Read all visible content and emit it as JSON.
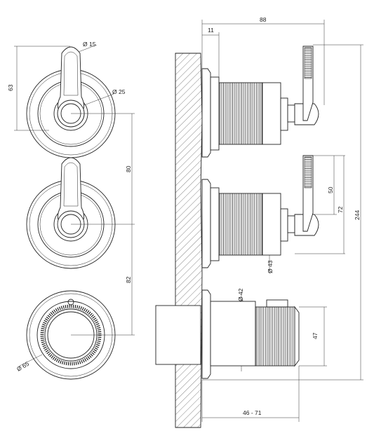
{
  "drawing": {
    "labels": {
      "d15": "Ø 15",
      "d25": "Ø 25",
      "d43": "Ø 43",
      "d42": "Ø 42",
      "d65": "Ø 65",
      "h63": "63",
      "s80": "80",
      "s82": "82",
      "w88": "88",
      "w11": "11",
      "h50": "50",
      "h72": "72",
      "h244": "244",
      "h47": "47",
      "w4671": "46 - 71"
    },
    "line_color": "#222222"
  }
}
